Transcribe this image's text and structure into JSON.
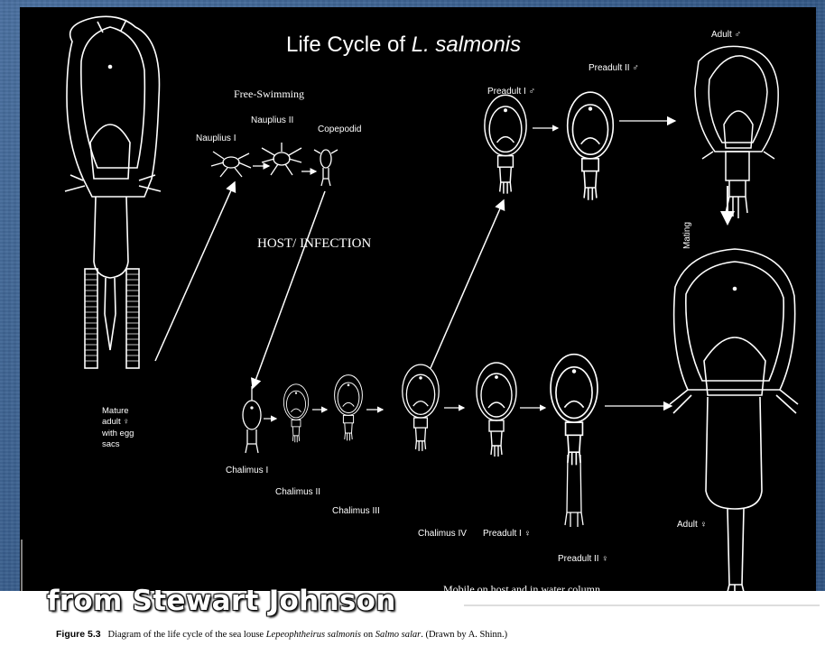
{
  "title": {
    "prefix": "Life Cycle of ",
    "species": "L. salmonis"
  },
  "section_labels": {
    "free_swimming": "Free-Swimming",
    "host_infection": "HOST/ INFECTION",
    "mobile": "Mobile on host and in water column"
  },
  "stages": {
    "nauplius_1": "Nauplius I",
    "nauplius_2": "Nauplius II",
    "copepodid": "Copepodid",
    "chalimus_1": "Chalimus I",
    "chalimus_2": "Chalimus II",
    "chalimus_3": "Chalimus III",
    "chalimus_4": "Chalimus IV",
    "preadult_1_female": "Preadult I ♀",
    "preadult_2_female": "Preadult II ♀",
    "preadult_1_male": "Preadult I ♂",
    "preadult_2_male": "Preadult II ♂",
    "adult_male": "Adult ♂",
    "adult_female": "Adult ♀",
    "mature_female": [
      "Mature",
      "adult ♀",
      "with egg",
      "sacs"
    ],
    "mating": "Mating"
  },
  "caption": {
    "figure": "Figure 5.3",
    "text_1": "Diagram of the life cycle of the sea louse ",
    "species": "Lepeophtheirus salmonis",
    "text_2": " on ",
    "host": "Salmo salar",
    "text_3": ". (Drawn by A. Shinn.)"
  },
  "credit": "from Stewart Johnson"
}
